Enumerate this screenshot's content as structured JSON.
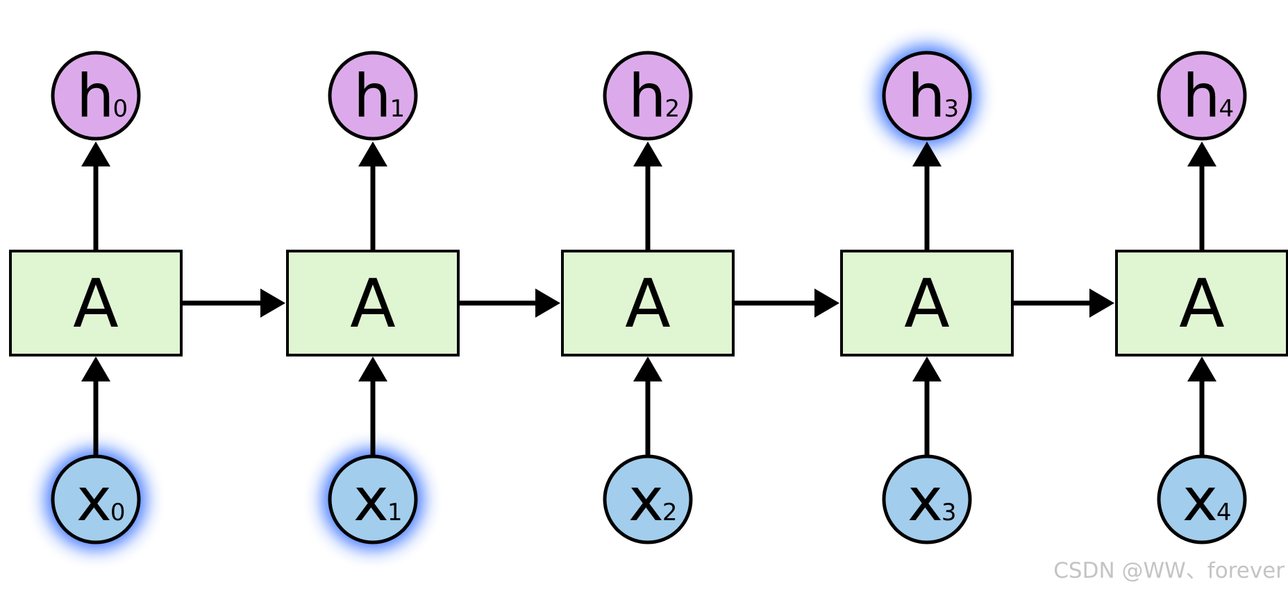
{
  "diagram": {
    "cells": [
      {
        "label": "A"
      },
      {
        "label": "A"
      },
      {
        "label": "A"
      },
      {
        "label": "A"
      },
      {
        "label": "A"
      }
    ],
    "outputs": [
      {
        "letter": "h",
        "index": "0",
        "highlighted": false
      },
      {
        "letter": "h",
        "index": "1",
        "highlighted": false
      },
      {
        "letter": "h",
        "index": "2",
        "highlighted": false
      },
      {
        "letter": "h",
        "index": "3",
        "highlighted": true
      },
      {
        "letter": "h",
        "index": "4",
        "highlighted": false
      }
    ],
    "inputs": [
      {
        "letter": "x",
        "index": "0",
        "highlighted": true
      },
      {
        "letter": "x",
        "index": "1",
        "highlighted": true
      },
      {
        "letter": "x",
        "index": "2",
        "highlighted": false
      },
      {
        "letter": "x",
        "index": "3",
        "highlighted": false
      },
      {
        "letter": "x",
        "index": "4",
        "highlighted": false
      }
    ],
    "colors": {
      "cell_fill": "#e0f5d2",
      "output_fill": "#dcaaea",
      "input_fill": "#a3cdec",
      "highlight_glow": "#2f6bff",
      "stroke": "#000000"
    }
  },
  "watermark": "CSDN @WW、forever"
}
